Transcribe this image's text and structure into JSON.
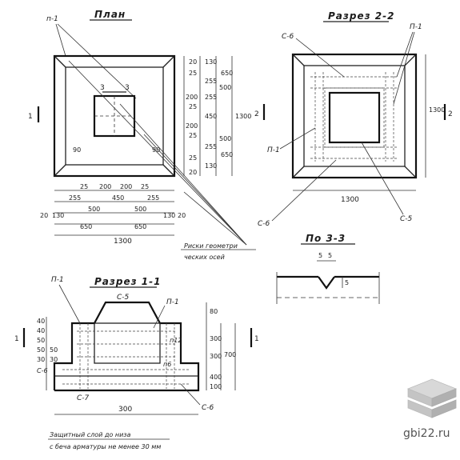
{
  "titles": {
    "plan": "План",
    "section22": "Разрез 2-2",
    "section11": "Разрез 1-1",
    "section33": "По 3-3"
  },
  "plan": {
    "label_p1": "п-1",
    "cut1": "1",
    "cut3a": "3",
    "cut3b": "3",
    "ang_left": "90",
    "ang_right": "90",
    "right_dims": [
      "20",
      "130",
      "25",
      "255",
      "200",
      "25",
      "255",
      "500",
      "450",
      "650",
      "1300",
      "200",
      "25",
      "500",
      "650",
      "255",
      "130",
      "20",
      "25"
    ],
    "bottom_row1": [
      "25",
      "200",
      "200",
      "25"
    ],
    "bottom_row2": [
      "255",
      "450",
      "255"
    ],
    "bottom_row3": [
      "20",
      "130",
      "500",
      "500",
      "130",
      "20"
    ],
    "bottom_row4": [
      "650",
      "650"
    ],
    "bottom_total": "1300",
    "note_line1": "Риски геометри",
    "note_line2": "ческих осей"
  },
  "section22": {
    "c6_top": "С-6",
    "p1_top": "П-1",
    "p1_left": "П-1",
    "c6_bottom": "С-6",
    "c5": "С-5",
    "height": "1300",
    "width": "1300",
    "cut_left": "2",
    "cut_right": "2"
  },
  "section33": {
    "dim1": "5",
    "dim2": "5",
    "dim3": "5"
  },
  "section11": {
    "p1_left": "П-1",
    "p1_right": "П-1",
    "c5": "С-5",
    "c6_left": "С-6",
    "c7": "С-7",
    "c6_bottom": "С-6",
    "n12": "п12",
    "n6": "п6",
    "left_dims": [
      "40",
      "40",
      "50",
      "50",
      "30",
      "50",
      "30"
    ],
    "right_dims": [
      "80",
      "300",
      "300",
      "400",
      "700",
      "100"
    ],
    "bottom_dim": "300",
    "cut_left": "1",
    "cut_right": "1",
    "note_line1": "Защитный слой до низа",
    "note_line2": "с беча арматуры не менее 30 мм"
  },
  "watermark": {
    "text": "gbi22.ru"
  }
}
